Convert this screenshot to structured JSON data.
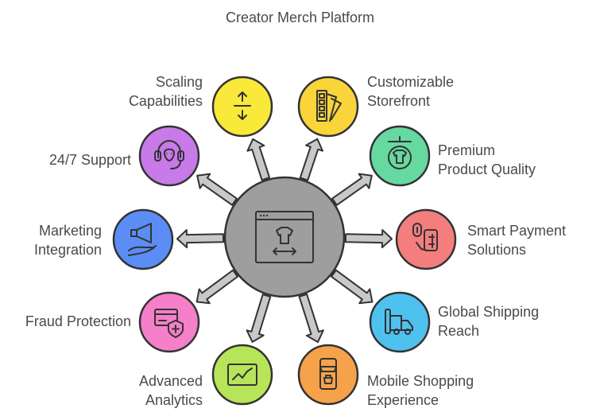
{
  "title": "Creator Merch Platform",
  "hub": {
    "icon": "web-storefront-tshirt-icon",
    "color": "#9e9e9e"
  },
  "features": [
    {
      "id": "scaling",
      "label": "Scaling\nCapabilities",
      "icon": "vertical-arrows-icon",
      "color": "#f9e93a"
    },
    {
      "id": "storefront",
      "label": "Customizable\nStorefront",
      "icon": "swatch-fan-icon",
      "color": "#f9d53a"
    },
    {
      "id": "quality",
      "label": "Premium\nProduct Quality",
      "icon": "tshirt-hanger-icon",
      "color": "#66d9a0"
    },
    {
      "id": "payment",
      "label": "Smart Payment\nSolutions",
      "icon": "fingerprint-phone-icon",
      "color": "#f47e7e"
    },
    {
      "id": "shipping",
      "label": "Global Shipping\nReach",
      "icon": "delivery-truck-icon",
      "color": "#4fc1ef"
    },
    {
      "id": "mobile",
      "label": "Mobile Shopping\nExperience",
      "icon": "mobile-shop-icon",
      "color": "#f6a24a"
    },
    {
      "id": "analytics",
      "label": "Advanced\nAnalytics",
      "icon": "line-chart-icon",
      "color": "#b8e45a"
    },
    {
      "id": "fraud",
      "label": "Fraud Protection",
      "icon": "card-shield-icon",
      "color": "#f57fc9"
    },
    {
      "id": "marketing",
      "label": "Marketing\nIntegration",
      "icon": "megaphone-hand-icon",
      "color": "#5b8df5"
    },
    {
      "id": "support",
      "label": "24/7 Support",
      "icon": "headset-icon",
      "color": "#c77ae8"
    }
  ]
}
